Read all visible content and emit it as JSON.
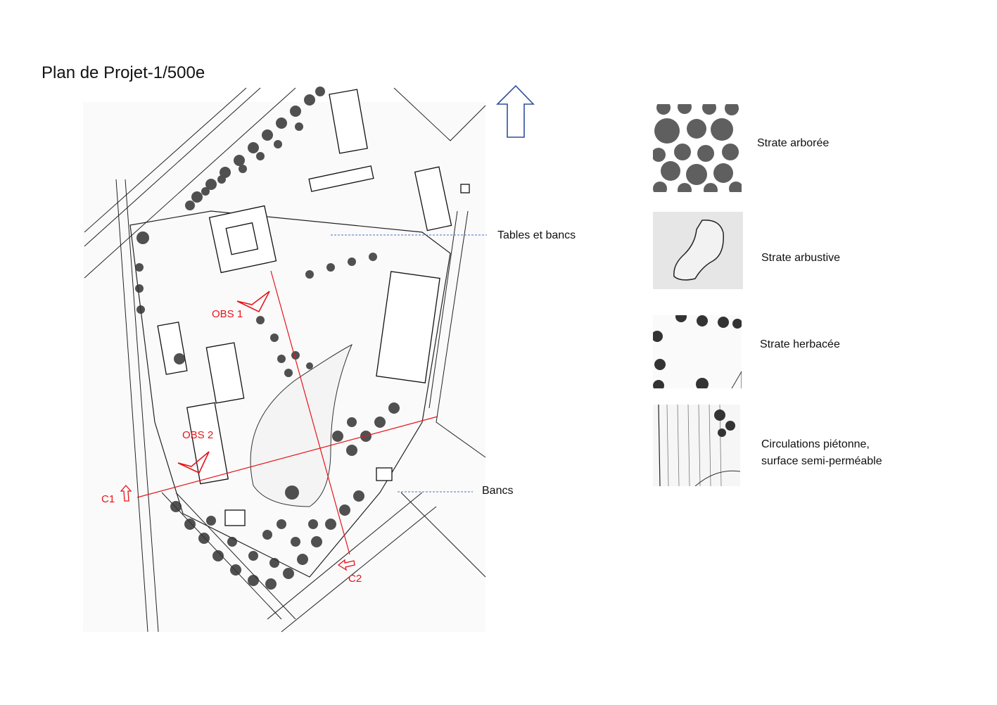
{
  "title": "Plan de Projet-1/500e",
  "north_arrow": "north-arrow-icon",
  "annotations": {
    "tables_label": "Tables et bancs",
    "bancs_label": "Bancs",
    "obs1": "OBS 1",
    "obs2": "OBS 2",
    "c1": "C1",
    "c2": "C2"
  },
  "legend": [
    {
      "label": "Strate arborée"
    },
    {
      "label": "Strate arbustive"
    },
    {
      "label": "Strate herbacée"
    },
    {
      "label_line1": "Circulations piétonne,",
      "label_line2": "surface semi-perméable"
    }
  ],
  "colors": {
    "annotation": "#e8141b",
    "leader": "#4a72c4",
    "north": "#2f4f9a"
  }
}
